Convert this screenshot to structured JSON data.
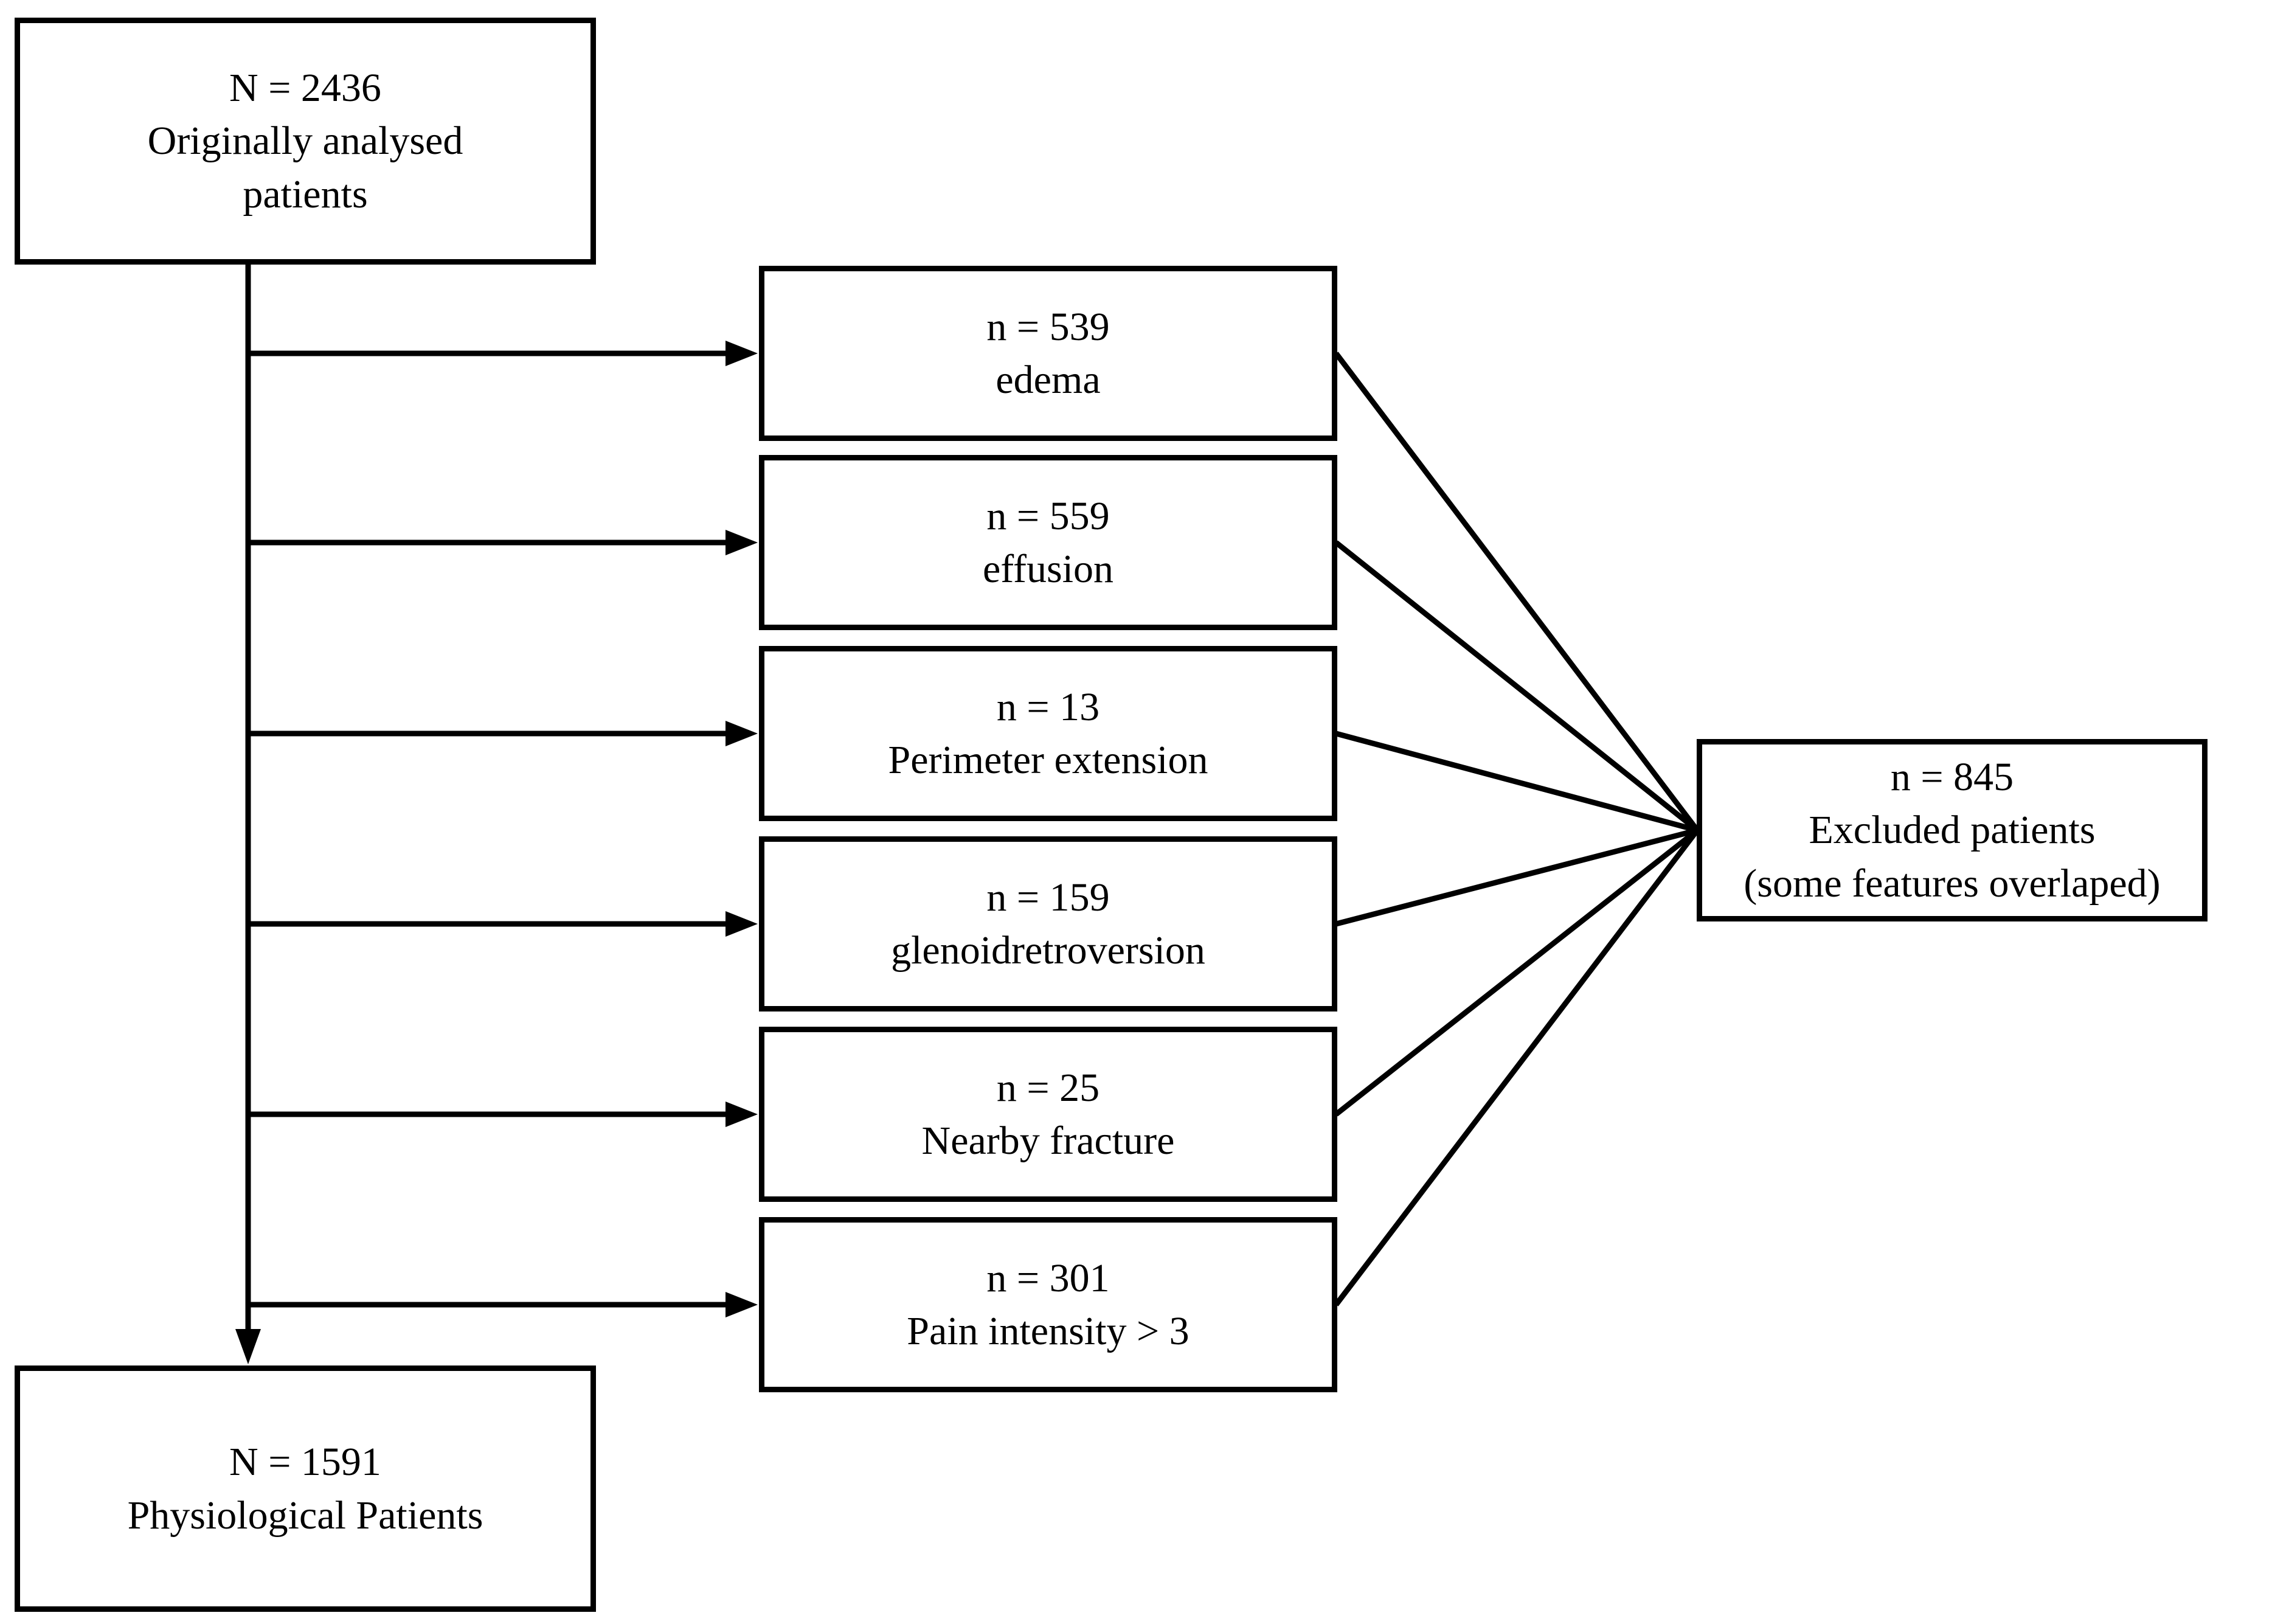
{
  "colors": {
    "ink": "#000000",
    "background": "#ffffff"
  },
  "flow": {
    "source": {
      "count": "N = 2436",
      "label_line1": "Originally analysed",
      "label_line2": "patients"
    },
    "exclusion_reasons": [
      {
        "count": "n = 539",
        "label": "edema"
      },
      {
        "count": "n = 559",
        "label": "effusion"
      },
      {
        "count": "n = 13",
        "label": "Perimeter extension"
      },
      {
        "count": "n = 159",
        "label": "glenoidretroversion"
      },
      {
        "count": "n = 25",
        "label": "Nearby fracture"
      },
      {
        "count": "n = 301",
        "label": "Pain intensity > 3"
      }
    ],
    "excluded_total": {
      "count": "n = 845",
      "label": "Excluded patients",
      "note": "(some features overlaped)"
    },
    "final": {
      "count": "N = 1591",
      "label": "Physiological Patients"
    }
  }
}
